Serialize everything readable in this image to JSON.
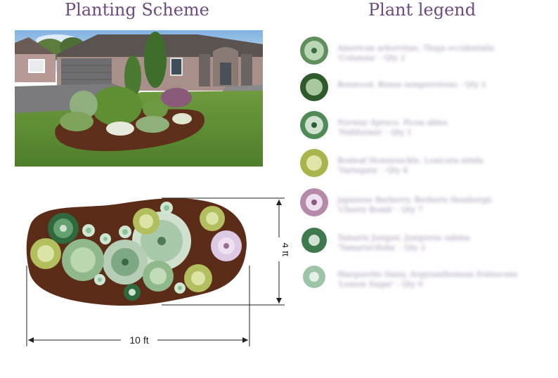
{
  "header": {
    "scheme_title": "Planting Scheme",
    "legend_title": "Plant legend"
  },
  "plan": {
    "width_label": "10 ft",
    "height_label": "4 ft"
  },
  "legend": {
    "items": [
      {
        "line1": "American arborvitae, Thuja occidentalis",
        "line2": "'Columna' - Qty 2",
        "icon": "arborvitae-icon",
        "color": "#5f8f5a"
      },
      {
        "line1": "Boxwood, Buxus sempervirens - Qty 2",
        "line2": "",
        "icon": "boxwood-icon",
        "color": "#2f5a2c"
      },
      {
        "line1": "Norway Spruce, Picea abies",
        "line2": "'Nidiformis' - Qty 1",
        "icon": "spruce-icon",
        "color": "#4f8a57"
      },
      {
        "line1": "Boxleaf Honeysuckle, Lonicera nitida",
        "line2": "'Variegata' - Qty 4",
        "icon": "honeysuckle-icon",
        "color": "#a9b44c"
      },
      {
        "line1": "Japanese Barberry, Berberis thunbergii",
        "line2": "'Cherry Bomb' - Qty 7",
        "icon": "barberry-icon",
        "color": "#b58aa8"
      },
      {
        "line1": "Tamarix Juniper, Juniperus sabina",
        "line2": "'Tamariscifolia' - Qty 2",
        "icon": "juniper-icon",
        "color": "#3f7a4f"
      },
      {
        "line1": "Marguerite Daisy, Argyranthemum frutescens",
        "line2": "'Lemon Sugar' - Qty 6",
        "icon": "daisy-icon",
        "color": "#9ec4a8"
      }
    ]
  }
}
